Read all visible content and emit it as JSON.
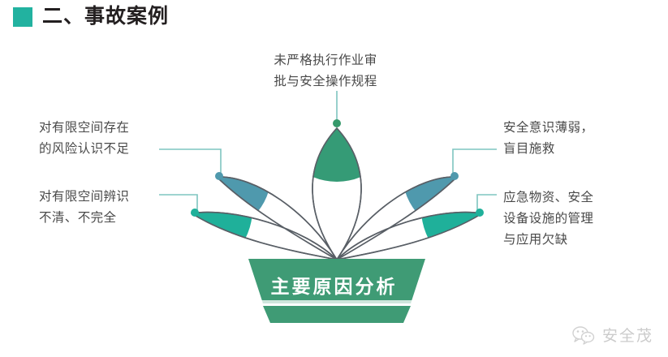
{
  "header": {
    "bullet_icon": "square-bullet-icon",
    "bullet_color": "#22b2a0",
    "title": "二、事故案例"
  },
  "diagram": {
    "type": "lotus-fishbone",
    "center_label": "主要原因分析",
    "colors": {
      "center_petal": "#359b76",
      "mid_petal": "#4f99ad",
      "outer_petal": "#1fb09a",
      "funnel": "#3f9b75",
      "funnel_strip": "#3f9b75",
      "outline": "#595f66",
      "connector": "#7fc5c0"
    },
    "petals": [
      {
        "id": "petal-top",
        "position": "top",
        "fill": "#359b76",
        "label_ref": "labels.0"
      },
      {
        "id": "petal-left-upper",
        "position": "left-upper",
        "fill": "#4f99ad",
        "label_ref": "labels.1"
      },
      {
        "id": "petal-left-lower",
        "position": "left-lower",
        "fill": "#1fb09a",
        "label_ref": "labels.2"
      },
      {
        "id": "petal-right-upper",
        "position": "right-upper",
        "fill": "#4f99ad",
        "label_ref": "labels.3"
      },
      {
        "id": "petal-right-lower",
        "position": "right-lower",
        "fill": "#1fb09a",
        "label_ref": "labels.4"
      }
    ],
    "labels": [
      {
        "id": "label-top",
        "text": "未严格执行作业审\n批与安全操作规程",
        "align": "center"
      },
      {
        "id": "label-left-1",
        "text": "对有限空间存在\n的风险认识不足",
        "align": "left"
      },
      {
        "id": "label-left-2",
        "text": "对有限空间辨识\n不清、不完全",
        "align": "left"
      },
      {
        "id": "label-right-1",
        "text": "安全意识薄弱，\n盲目施救",
        "align": "left"
      },
      {
        "id": "label-right-2",
        "text": "应急物资、安全\n设备设施的管理\n与应用欠缺",
        "align": "left"
      }
    ]
  },
  "watermark": {
    "icon": "wechat-icon",
    "text": "安全茂"
  }
}
